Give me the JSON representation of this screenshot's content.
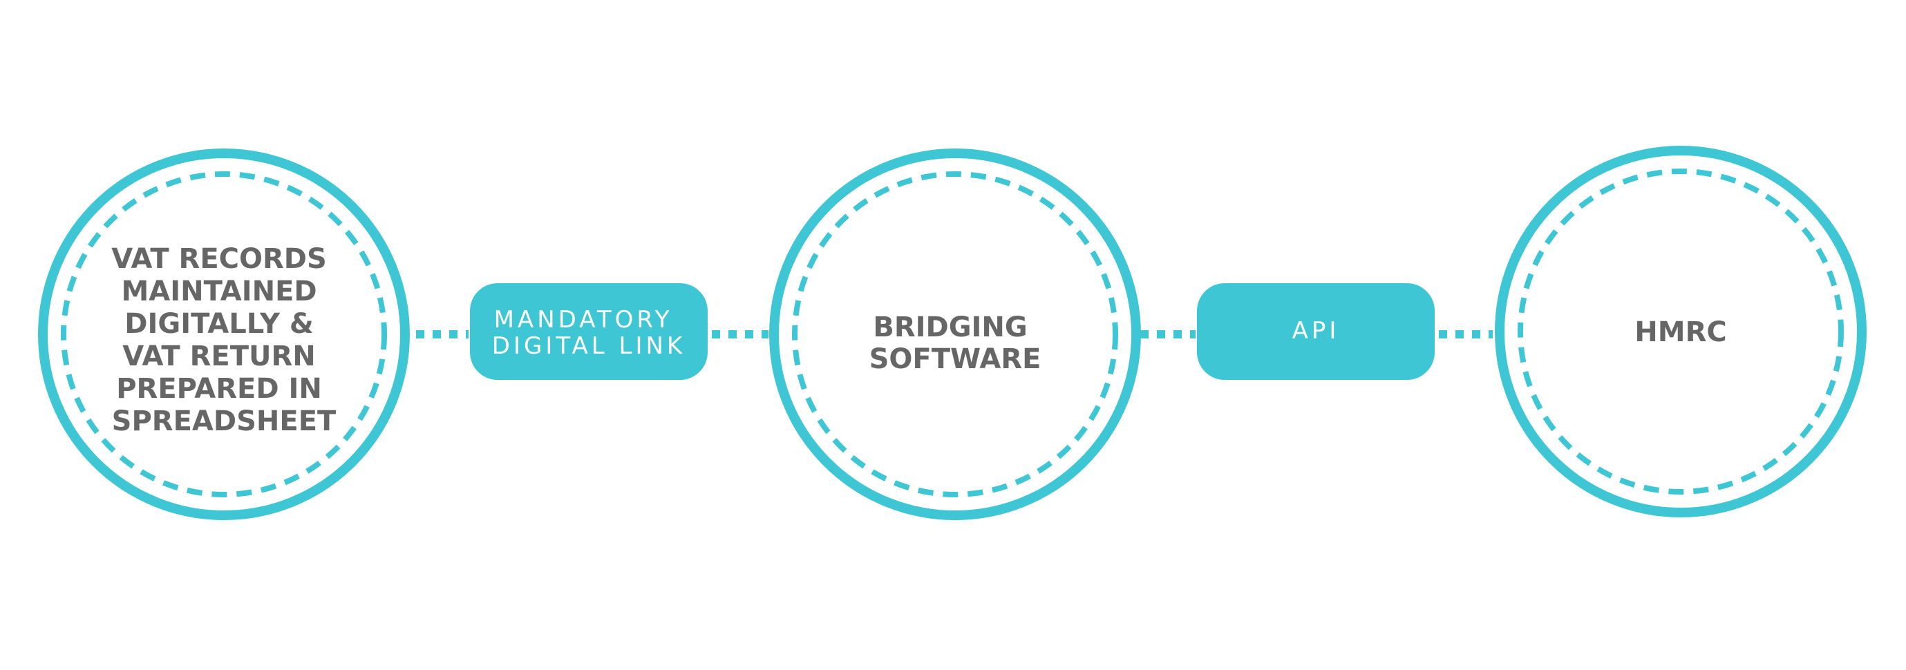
{
  "diagram": {
    "colors": {
      "accent": "#3ec6d4",
      "text": "#666666",
      "pill_text": "#ffffff",
      "background": "#ffffff"
    },
    "nodes": [
      {
        "id": "spreadsheet",
        "lines": [
          "VAT RECORDS",
          "MAINTAINED",
          "DIGITALLY &",
          "VAT RETURN",
          "PREPARED IN",
          "SPREADSHEET"
        ]
      },
      {
        "id": "bridging",
        "lines": [
          "BRIDGING",
          "SOFTWARE"
        ]
      },
      {
        "id": "hmrc",
        "lines": [
          "HMRC"
        ]
      }
    ],
    "links": [
      {
        "id": "mandatory-digital-link",
        "lines": [
          "MANDATORY",
          "DIGITAL LINK"
        ]
      },
      {
        "id": "api",
        "lines": [
          "API"
        ]
      }
    ]
  }
}
